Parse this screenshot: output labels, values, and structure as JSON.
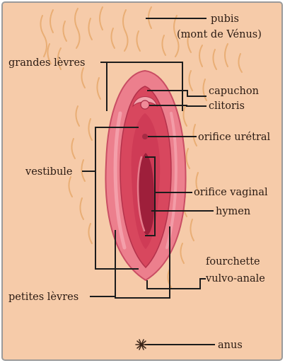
{
  "colors": {
    "background": "#f6cba9",
    "frame": "#9a9a9a",
    "hair": "#e9ae75",
    "outer_lips": "#ec7f8d",
    "outer_lips_dark": "#c94d63",
    "inner_lips": "#d8475e",
    "vestibule": "#cf3b56",
    "vaginal_opening": "#9e1f3b",
    "leader": "#1c1c1c"
  },
  "labels": {
    "pubis": "pubis",
    "mont_de_venus": "(mont de Vénus)",
    "grandes_levres": "grandes lèvres",
    "capuchon": "capuchon",
    "clitoris": "clitoris",
    "orifice_uretral": "orifice urétral",
    "vestibule": "vestibule",
    "orifice_vaginal": "orifice vaginal",
    "hymen": "hymen",
    "fourchette": "fourchette",
    "vulvo_anale": "vulvo-anale",
    "petites_levres": "petites lèvres",
    "anus": "anus"
  },
  "icons": {
    "anus": "asterisk-star"
  }
}
